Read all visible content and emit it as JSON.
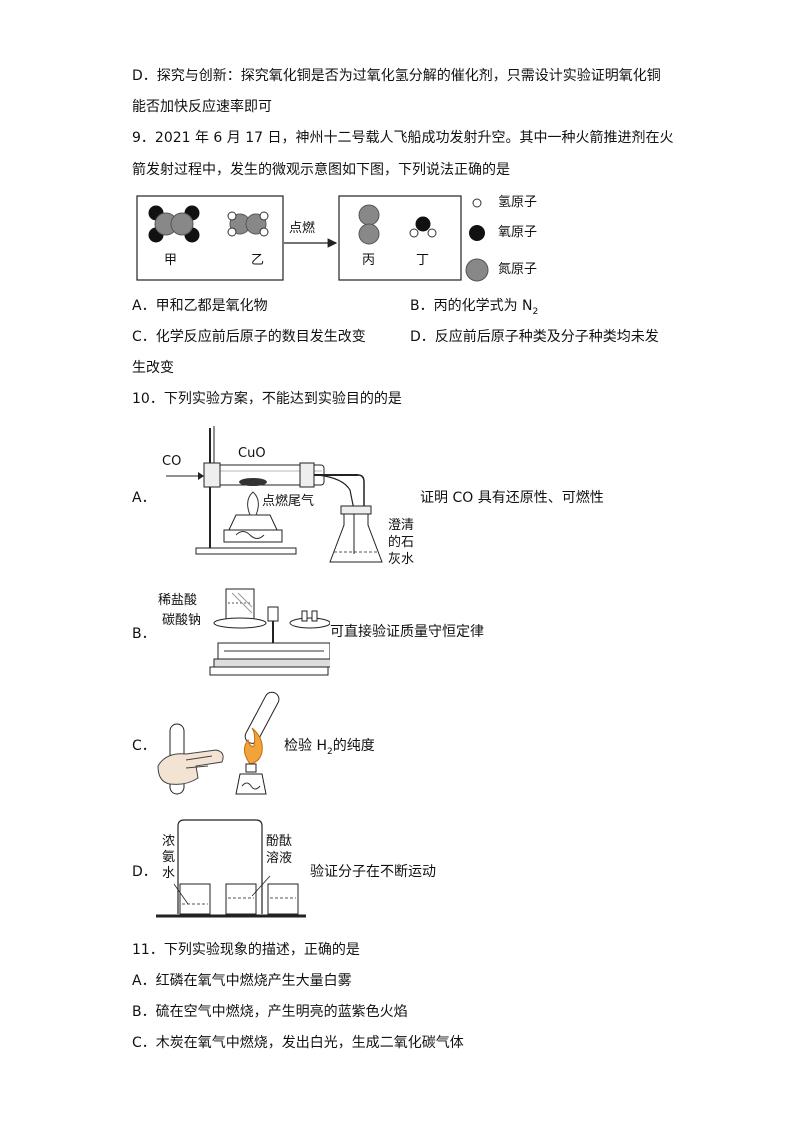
{
  "q8": {
    "option_d_line1": "D．探究与创新：探究氧化铜是否为过氧化氢分解的催化剂，只需设计实验证明氧化铜",
    "option_d_line2": "能否加快反应速率即可"
  },
  "q9": {
    "stem_line1": "9．2021 年 6 月 17 日，神州十二号载人飞船成功发射升空。其中一种火箭推进剂在火",
    "stem_line2": "箭发射过程中，发生的微观示意图如下图，下列说法正确的是",
    "diagram": {
      "label_jia": "甲",
      "label_yi": "乙",
      "label_bing": "丙",
      "label_ding": "丁",
      "arrow_label": "点燃",
      "legend_h": "氢原子",
      "legend_o": "氧原子",
      "legend_n": "氮原子"
    },
    "option_a": "A．甲和乙都是氧化物",
    "option_b": "B．丙的化学式为 N",
    "option_b_sub": "2",
    "option_c": "C．化学反应前后原子的数目发生改变",
    "option_d_line1": "D．反应前后原子种类及分子种类均未发",
    "option_d_line2": "生改变"
  },
  "q10": {
    "stem": "10．下列实验方案，不能达到实验目的的是",
    "a": {
      "letter": "A．",
      "label_co": "CO",
      "label_cuo": "CuO",
      "label_tail": "点燃尾气",
      "label_limewater": [
        "澄清",
        "的石",
        "灰水"
      ],
      "text": "证明 CO 具有还原性、可燃性"
    },
    "b": {
      "letter": "B．",
      "label_hcl": "稀盐酸",
      "label_na2co3": "碳酸钠",
      "text": "可直接验证质量守恒定律"
    },
    "c": {
      "letter": "C．",
      "text_pre": "检验 H",
      "text_sub": "2",
      "text_post": "的纯度"
    },
    "d": {
      "letter": "D．",
      "label_ammonia": "浓氨水",
      "label_phenol": [
        "酚酞",
        "溶液"
      ],
      "text": "验证分子在不断运动"
    }
  },
  "q11": {
    "stem": "11．下列实验现象的描述，正确的是",
    "option_a": "A．红磷在氧气中燃烧产生大量白雾",
    "option_b": "B．硫在空气中燃烧，产生明亮的蓝紫色火焰",
    "option_c": "C．木炭在氧气中燃烧，发出白光，生成二氧化碳气体"
  }
}
